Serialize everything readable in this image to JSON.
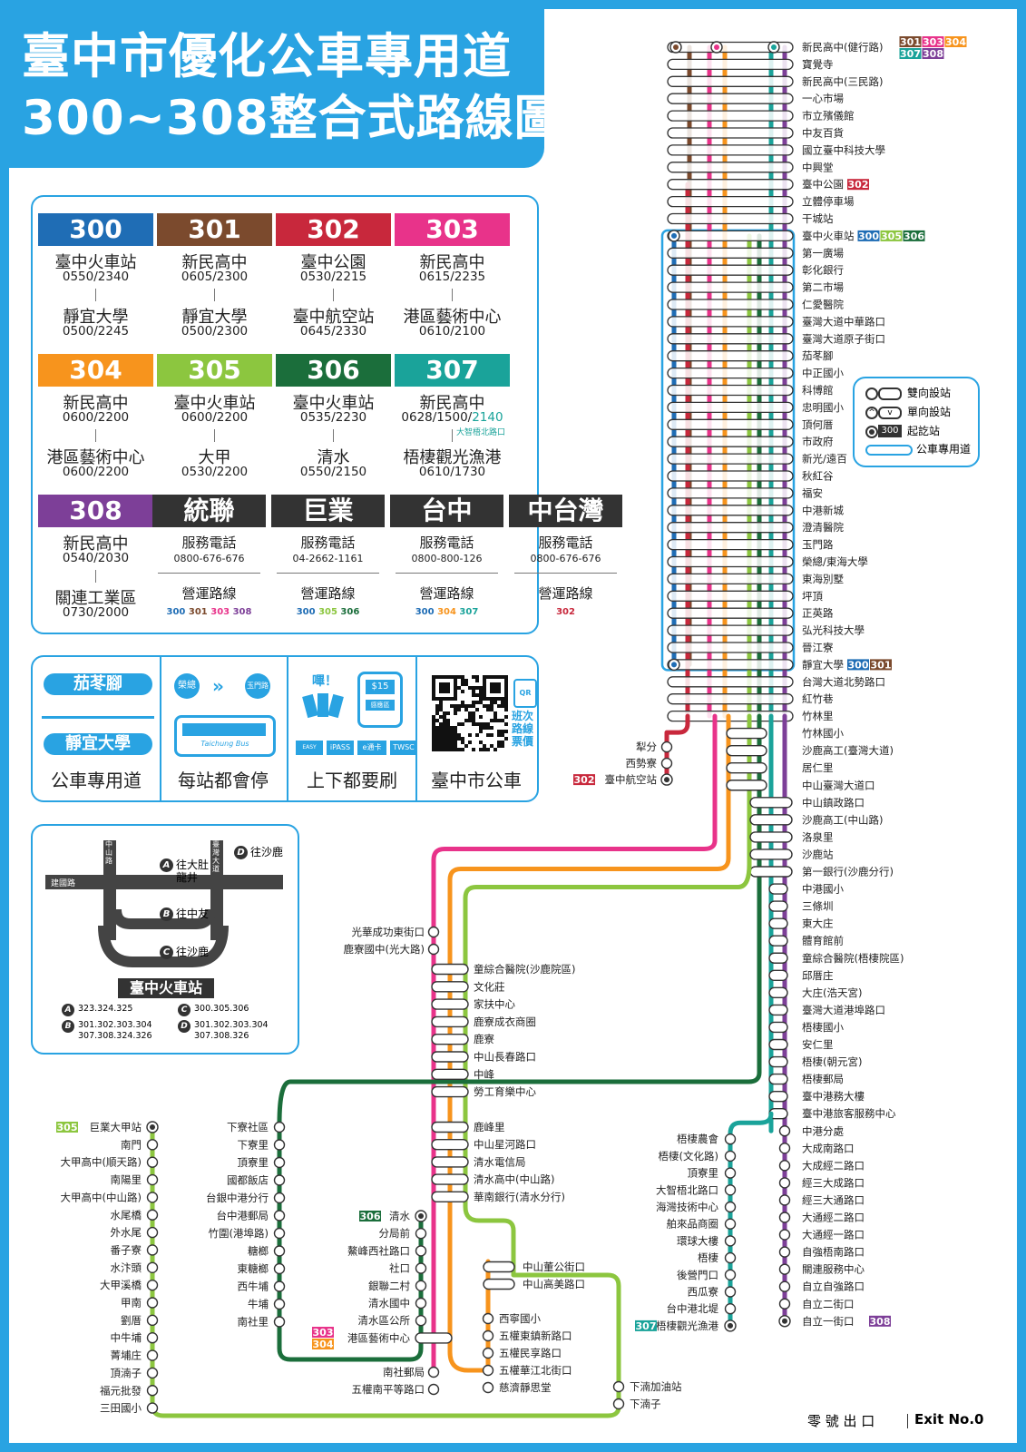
{
  "title": {
    "line1": "臺中市優化公車專用道",
    "line2": "300~308整合式路線圖"
  },
  "routes": [
    {
      "num": "300",
      "color": "#1f6db5",
      "from": "臺中火車站",
      "from_time": "0550/2340",
      "to": "靜宜大學",
      "to_time": "0500/2245"
    },
    {
      "num": "301",
      "color": "#7b4a2d",
      "from": "新民高中",
      "from_time": "0605/2300",
      "to": "靜宜大學",
      "to_time": "0500/2300"
    },
    {
      "num": "302",
      "color": "#c8283c",
      "from": "臺中公園",
      "from_time": "0530/2215",
      "to": "臺中航空站",
      "to_time": "0645/2330"
    },
    {
      "num": "303",
      "color": "#e8338a",
      "from": "新民高中",
      "from_time": "0615/2235",
      "to": "港區藝術中心",
      "to_time": "0610/2100"
    },
    {
      "num": "304",
      "color": "#f7941d",
      "from": "新民高中",
      "from_time": "0600/2200",
      "to": "港區藝術中心",
      "to_time": "0600/2200"
    },
    {
      "num": "305",
      "color": "#8cc63f",
      "from": "臺中火車站",
      "from_time": "0600/2200",
      "to": "大甲",
      "to_time": "0530/2200"
    },
    {
      "num": "306",
      "color": "#1b6e3b",
      "from": "臺中火車站",
      "from_time": "0535/2230",
      "to": "清水",
      "to_time": "0550/2150"
    },
    {
      "num": "307",
      "color": "#1aa39a",
      "from": "新民高中",
      "from_time": "0628/1500/",
      "from_time_extra": "2140",
      "from_note": "大智梧北路口",
      "to": "梧棲觀光漁港",
      "to_time": "0610/1730"
    },
    {
      "num": "308",
      "color": "#7d3f98",
      "from": "新民高中",
      "from_time": "0540/2030",
      "to": "關連工業區",
      "to_time": "0730/2000"
    }
  ],
  "operators": [
    {
      "name": "統聯",
      "phone_label": "服務電話",
      "phone": "0800-676-676",
      "routes_label": "營運路線",
      "routes": [
        "300",
        "301",
        "303",
        "308"
      ]
    },
    {
      "name": "巨業",
      "phone_label": "服務電話",
      "phone": "04-2662-1161",
      "routes_label": "營運路線",
      "routes": [
        "300",
        "305",
        "306"
      ]
    },
    {
      "name": "台中",
      "phone_label": "服務電話",
      "phone": "0800-800-126",
      "routes_label": "營運路線",
      "routes": [
        "300",
        "304",
        "307"
      ]
    },
    {
      "name": "中台灣",
      "phone_label": "服務電話",
      "phone": "0800-676-676",
      "routes_label": "營運路線",
      "routes": [
        "302"
      ]
    }
  ],
  "info": {
    "lane_stop1": "茄苳腳",
    "lane_stop2": "靜宜大學",
    "lane_caption": "公車專用道",
    "stop_a": "榮總",
    "stop_b": "玉門路",
    "bus_text": "Taichung Bus",
    "every_caption": "每站都會停",
    "beep": "嗶！",
    "fare": "$15",
    "fare_label": "感應區",
    "cards": [
      "EASY CARD",
      "iPASS",
      "e通卡",
      "TWSC"
    ],
    "tap_caption": "上下都要刷",
    "qr_label": "QR",
    "qr_text": "班次路線票價",
    "qr_caption": "臺中市公車"
  },
  "legend": {
    "two_way": "雙向設站",
    "one_way": "單向設站",
    "origin": "起訖站",
    "origin_badge": "300",
    "lane": "公車專用道"
  },
  "station_map": {
    "roads": [
      "中山路",
      "臺灣大道",
      "建國路"
    ],
    "directions": [
      {
        "letter": "A",
        "text": "往大肚 龍井"
      },
      {
        "letter": "B",
        "text": "往中友"
      },
      {
        "letter": "C",
        "text": "往沙鹿"
      },
      {
        "letter": "D",
        "text": "往沙鹿"
      }
    ],
    "name": "臺中火車站",
    "routes": [
      {
        "letter": "A",
        "text": "323.324.325"
      },
      {
        "letter": "C",
        "text": "300.305.306"
      },
      {
        "letter": "B",
        "text": "301.302.303.304 307.308.324.326"
      },
      {
        "letter": "D",
        "text": "301.302.303.304 307.308.326"
      }
    ]
  },
  "trunk_stations": [
    "新民高中(健行路)",
    "寶覺寺",
    "新民高中(三民路)",
    "一心市場",
    "市立殯儀館",
    "中友百貨",
    "國立臺中科技大學",
    "中興堂",
    "臺中公園",
    "立體停車場",
    "干城站",
    "臺中火車站",
    "第一廣場",
    "彰化銀行",
    "第二市場",
    "仁愛醫院",
    "臺灣大道中華路口",
    "臺灣大道原子街口",
    "茄苳腳",
    "中正國小",
    "科博館",
    "忠明國小",
    "頂何厝",
    "市政府",
    "新光/遠百",
    "秋紅谷",
    "福安",
    "中港新城",
    "澄清醫院",
    "玉門路",
    "榮總/東海大學",
    "東海別墅",
    "坪頂",
    "正英路",
    "弘光科技大學",
    "晉江寮",
    "靜宜大學",
    "台灣大道北勢路口",
    "紅竹巷",
    "竹林里"
  ],
  "trunk_badges": [
    {
      "station": "新民高中(健行路)",
      "badges": [
        "301",
        "303",
        "304",
        "307",
        "308"
      ]
    },
    {
      "station": "臺中公園",
      "badges": [
        "302"
      ]
    },
    {
      "station": "臺中火車站",
      "badges": [
        "300",
        "305",
        "306"
      ]
    },
    {
      "station": "靜宜大學",
      "badges": [
        "300",
        "301"
      ]
    }
  ],
  "branch302": {
    "stations": [
      "犁分",
      "西勢寮",
      "臺中航空站"
    ],
    "badge": "302"
  },
  "east_stations": [
    "竹林國小",
    "沙鹿高工(臺灣大道)",
    "居仁里",
    "中山臺灣大道口",
    "中山鎮政路口",
    "沙鹿高工(中山路)",
    "洛泉里",
    "沙鹿站",
    "第一銀行(沙鹿分行)",
    "中港國小",
    "三條圳",
    "東大庄",
    "體育館前",
    "童綜合醫院(梧棲院區)",
    "邱厝庄",
    "大庄(浩天宮)",
    "臺灣大道港埠路口",
    "梧棲國小",
    "安仁里",
    "梧棲(朝元宮)",
    "梧棲郵局",
    "臺中港務大樓",
    "臺中港旅客服務中心",
    "中港分處",
    "大成南路口",
    "大成經二路口",
    "經三大成路口",
    "經三大通路口",
    "大通經二路口",
    "大通經一路口",
    "自強梧南路口",
    "關連服務中心",
    "自立自強路口",
    "自立二街口",
    "自立一街口"
  ],
  "east_end_badge": "308",
  "r307_stations": [
    "梧棲農會",
    "梧棲(文化路)",
    "頂寮里",
    "大智梧北路口",
    "海灣技術中心",
    "舶來品商圈",
    "環球大樓",
    "梧棲",
    "後營門口",
    "西瓜寮",
    "台中港北堤",
    "梧棲觀光漁港"
  ],
  "r307_end_badge": "307",
  "center_top_stations": [
    "光華成功東街口",
    "鹿寮國中(光大路)"
  ],
  "center_stations": [
    "童綜合醫院(沙鹿院區)",
    "文化莊",
    "家扶中心",
    "鹿寮成衣商圈",
    "鹿寮",
    "中山長春路口",
    "中峰",
    "勞工育樂中心"
  ],
  "center2_stations": [
    "鹿峰里",
    "中山星河路口",
    "清水電信局",
    "清水高中(中山路)",
    "華南銀行(清水分行)"
  ],
  "r306_stations": [
    "下寮社區",
    "下寮里",
    "頂寮里",
    "國都飯店",
    "台銀中港分行",
    "台中港郵局",
    "竹圍(港埠路)",
    "糖榔",
    "東糖榔",
    "西牛埔",
    "牛埔",
    "南社里"
  ],
  "qingshui_stations": [
    "清水",
    "分局前",
    "鰲峰西社路口",
    "社口",
    "銀聯二村",
    "清水國中",
    "清水區公所",
    "港區藝術中心"
  ],
  "qingshui_badge": "306",
  "arts_badges": [
    "303",
    "304"
  ],
  "south_stations": [
    "南社郵局",
    "五權南平等路口"
  ],
  "mid304_stations": [
    "中山董公街口",
    "中山高美路口"
  ],
  "right304_stations": [
    "西寧國小",
    "五權東鎮新路口",
    "五權民享路口",
    "五權華江北街口",
    "慈濟靜思堂"
  ],
  "end305_stations": [
    "下湳加油站",
    "下湳子"
  ],
  "r305_stations": [
    "巨業大甲站",
    "南門",
    "大甲高中(順天路)",
    "南陽里",
    "大甲高中(中山路)",
    "水尾橋",
    "外水尾",
    "番子寮",
    "水汴頭",
    "大甲溪橋",
    "甲南",
    "劉厝",
    "中牛埔",
    "菁埔庄",
    "頂湳子",
    "福元批發",
    "三田國小"
  ],
  "r305_badge": "305",
  "footer": {
    "brand": "零 號 出 口",
    "exit": "Exit No.0"
  }
}
